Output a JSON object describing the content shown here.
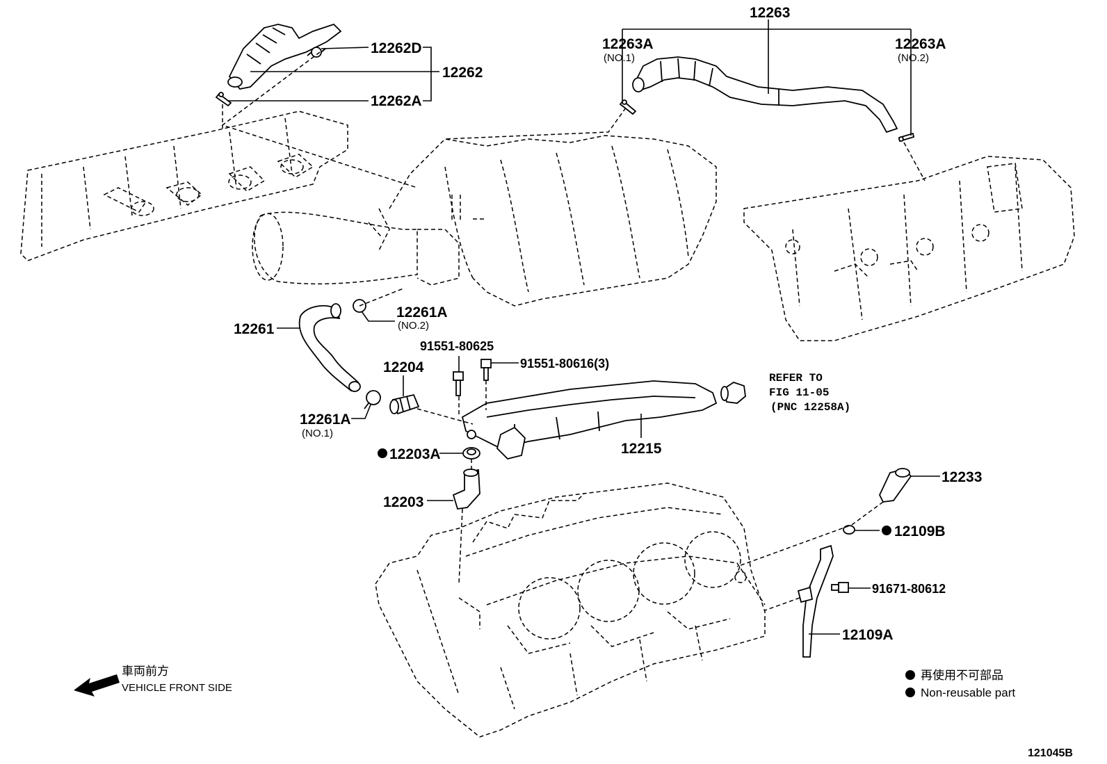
{
  "labels": {
    "p12263": "12263",
    "p12263A_1": "12263A",
    "p12263A_1_sub": "(NO.1)",
    "p12263A_2": "12263A",
    "p12263A_2_sub": "(NO.2)",
    "p12262D": "12262D",
    "p12262": "12262",
    "p12262A": "12262A",
    "p12261": "12261",
    "p12261A_2": "12261A",
    "p12261A_2_sub": "(NO.2)",
    "p12261A_1": "12261A",
    "p12261A_1_sub": "(NO.1)",
    "p91551_80625": "91551-80625",
    "p91551_80616": "91551-80616(3)",
    "p12204": "12204",
    "p12215": "12215",
    "p12203A": "12203A",
    "p12203": "12203",
    "p12233": "12233",
    "p12109B": "12109B",
    "p91671_80612": "91671-80612",
    "p12109A": "12109A"
  },
  "refer": {
    "line1": "REFER TO",
    "line2": "FIG 11-05",
    "line3": "(PNC 12258A)"
  },
  "direction": {
    "jp": "車両前方",
    "en": "VEHICLE FRONT SIDE"
  },
  "legend": {
    "jp": "再使用不可部品",
    "en": "Non-reusable part"
  },
  "figure_id": "121045B"
}
